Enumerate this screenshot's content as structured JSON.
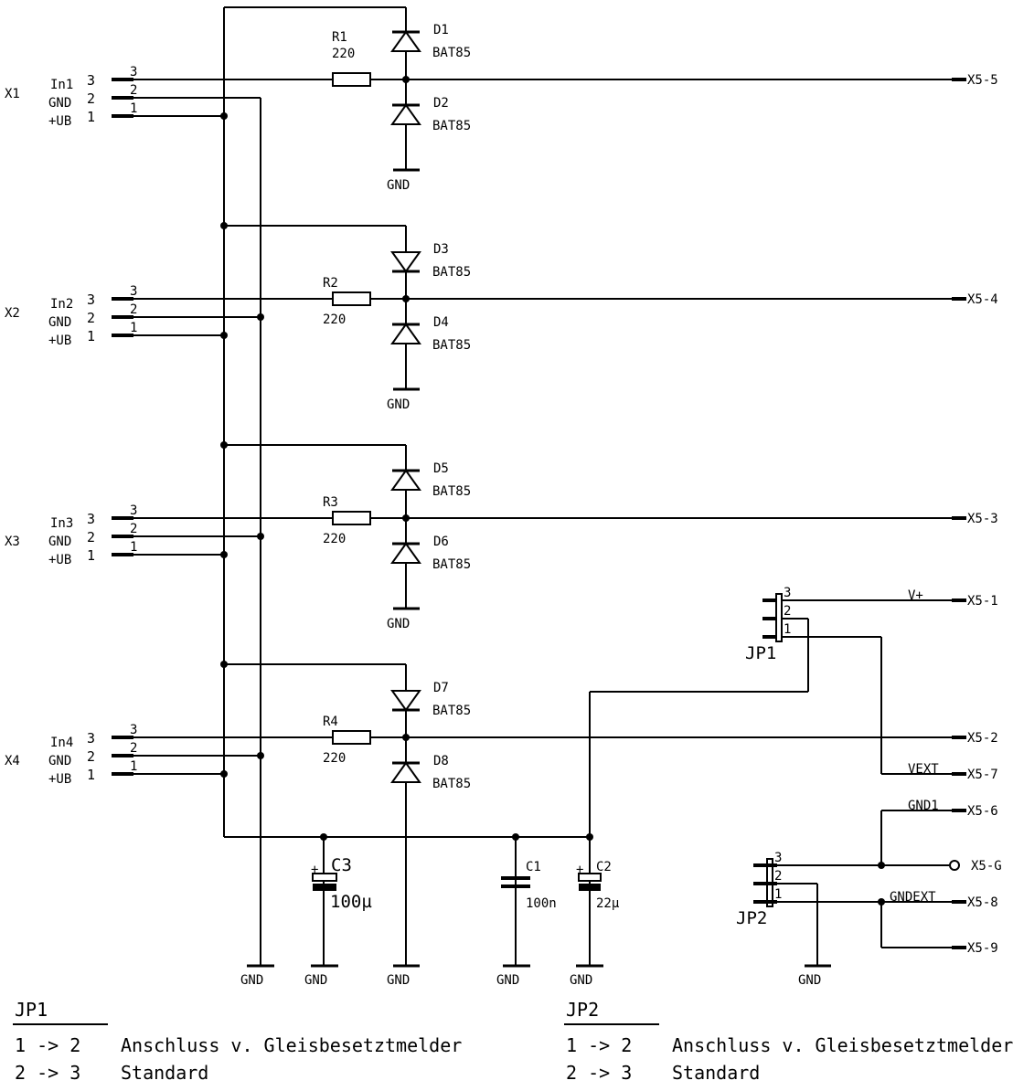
{
  "connectors": [
    {
      "ref": "X1",
      "pin3": "In1",
      "pin2": "GND",
      "pin1": "+UB",
      "n3": "3",
      "n2": "2",
      "n1": "1"
    },
    {
      "ref": "X2",
      "pin3": "In2",
      "pin2": "GND",
      "pin1": "+UB",
      "n3": "3",
      "n2": "2",
      "n1": "1"
    },
    {
      "ref": "X3",
      "pin3": "In3",
      "pin2": "GND",
      "pin1": "+UB",
      "n3": "3",
      "n2": "2",
      "n1": "1"
    },
    {
      "ref": "X4",
      "pin3": "In4",
      "pin2": "GND",
      "pin1": "+UB",
      "n3": "3",
      "n2": "2",
      "n1": "1"
    }
  ],
  "resistors": [
    {
      "ref": "R1",
      "value": "220"
    },
    {
      "ref": "R2",
      "value": "220"
    },
    {
      "ref": "R3",
      "value": "220"
    },
    {
      "ref": "R4",
      "value": "220"
    }
  ],
  "diodes": [
    {
      "ref": "D1",
      "value": "BAT85"
    },
    {
      "ref": "D2",
      "value": "BAT85"
    },
    {
      "ref": "D3",
      "value": "BAT85"
    },
    {
      "ref": "D4",
      "value": "BAT85"
    },
    {
      "ref": "D5",
      "value": "BAT85"
    },
    {
      "ref": "D6",
      "value": "BAT85"
    },
    {
      "ref": "D7",
      "value": "BAT85"
    },
    {
      "ref": "D8",
      "value": "BAT85"
    }
  ],
  "capacitors": [
    {
      "ref": "C3",
      "value": "100µ",
      "polarity": "+"
    },
    {
      "ref": "C1",
      "value": "100n"
    },
    {
      "ref": "C2",
      "value": "22µ",
      "polarity": "+"
    }
  ],
  "outputs": {
    "x5_5": "X5-5",
    "x5_4": "X5-4",
    "x5_3": "X5-3",
    "x5_1": "X5-1",
    "x5_2": "X5-2",
    "x5_7": "X5-7",
    "x5_6": "X5-6",
    "x5_g": "X5-G",
    "x5_8": "X5-8",
    "x5_9": "X5-9"
  },
  "nets": {
    "gnd": "GND",
    "vplus": "V+",
    "vext": "VEXT",
    "gnd1": "GND1",
    "gndext": "GNDEXT"
  },
  "jumpers": {
    "jp1": {
      "ref": "JP1",
      "n3": "3",
      "n2": "2",
      "n1": "1"
    },
    "jp2": {
      "ref": "JP2",
      "n3": "3",
      "n2": "2",
      "n1": "1"
    }
  },
  "notes": [
    {
      "title": "JP1",
      "rows": [
        {
          "setting": "1 -> 2",
          "text": "Anschluss v. Gleisbesetztmelder"
        },
        {
          "setting": "2 -> 3",
          "text": "Standard"
        }
      ]
    },
    {
      "title": "JP2",
      "rows": [
        {
          "setting": "1 -> 2",
          "text": "Anschluss v. Gleisbesetztmelder"
        },
        {
          "setting": "2 -> 3",
          "text": "Standard"
        }
      ]
    }
  ]
}
